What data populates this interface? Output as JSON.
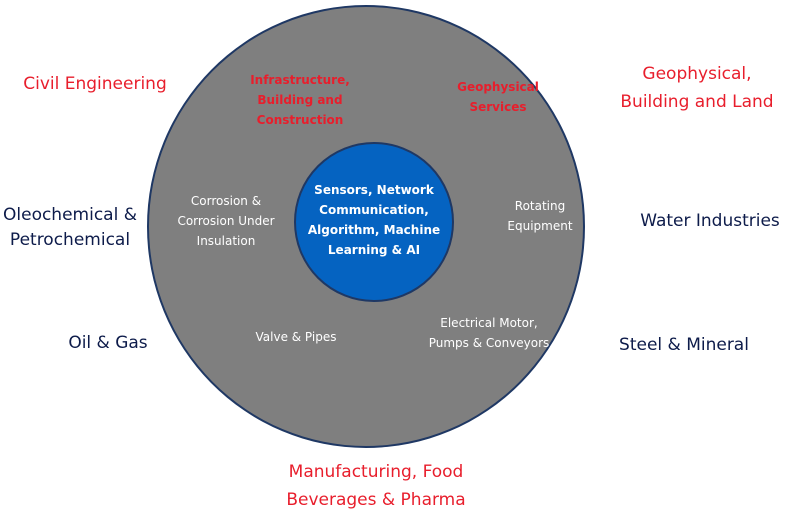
{
  "colors": {
    "outer_circle": "#7f7f7f",
    "inner_circle": "#0563c1",
    "border": "#1f3864",
    "accent_red": "#e81e2c",
    "navy_text": "#0d1b4a"
  },
  "core": {
    "lines": [
      "Sensors, Network",
      "Communication,",
      "Algorithm, Machine",
      "Learning & AI"
    ]
  },
  "ring": {
    "infrastructure": [
      "Infrastructure,",
      "Building and",
      "Construction"
    ],
    "geophysical_services": [
      "Geophysical",
      "Services"
    ],
    "corrosion": [
      "Corrosion &",
      "Corrosion Under",
      "Insulation"
    ],
    "rotating": [
      "Rotating",
      "Equipment"
    ],
    "valve": [
      "Valve & Pipes"
    ],
    "motor": [
      "Electrical Motor,",
      "Pumps & Conveyors"
    ]
  },
  "industries": {
    "civil": [
      "Civil Engineering"
    ],
    "geophysical": [
      "Geophysical,",
      "Building and Land"
    ],
    "oleochemical": [
      "Oleochemical &",
      "Petrochemical"
    ],
    "water": [
      "Water Industries"
    ],
    "oil_gas": [
      "Oil & Gas"
    ],
    "steel": [
      "Steel & Mineral"
    ],
    "manufacturing": [
      "Manufacturing, Food",
      "Beverages & Pharma"
    ]
  }
}
